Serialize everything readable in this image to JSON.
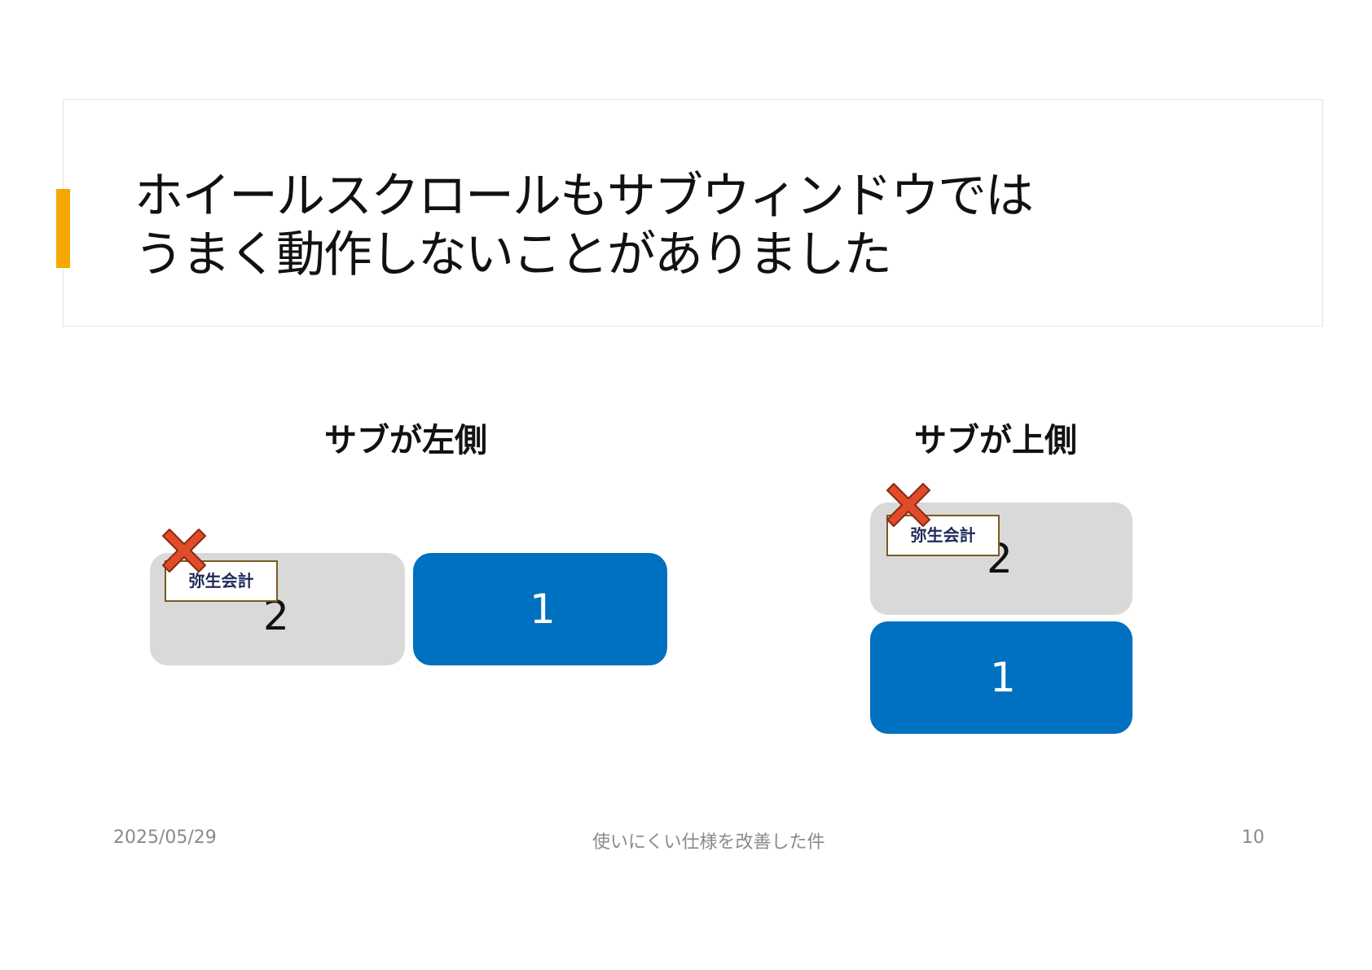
{
  "slide": {
    "title_lines": [
      "ホイールスクロールもサブウィンドウでは",
      "うまく動作しないことがありました"
    ]
  },
  "left_group": {
    "label": "サブが左側",
    "sub_panel_number": "2",
    "main_panel_number": "1",
    "app_label": "弥生会計",
    "badge_icon": "x-mark-icon"
  },
  "right_group": {
    "label": "サブが上側",
    "sub_panel_number": "2",
    "main_panel_number": "1",
    "app_label": "弥生会計",
    "badge_icon": "x-mark-icon"
  },
  "footer": {
    "date": "2025/05/29",
    "center_text": "使いにくい仕様を改善した件",
    "page_number": "10"
  },
  "colors": {
    "accent": "#f6a800",
    "main_panel": "#0070c0",
    "sub_panel": "#d9d9d9",
    "x_mark": "#e04b2a"
  }
}
